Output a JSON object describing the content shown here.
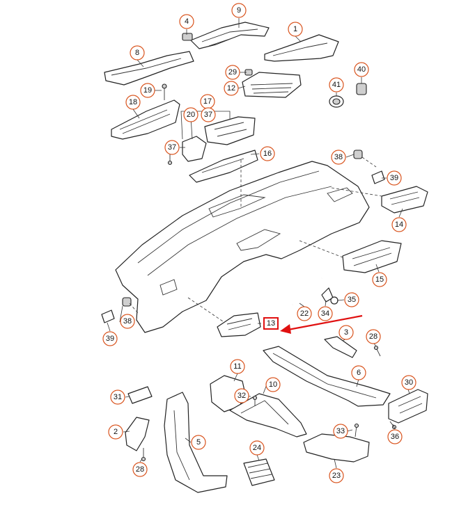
{
  "diagram": {
    "callouts": [
      "1",
      "2",
      "3",
      "4",
      "5",
      "6",
      "8",
      "9",
      "10",
      "11",
      "12",
      "13",
      "14",
      "15",
      "16",
      "17",
      "18",
      "19",
      "20",
      "22",
      "23",
      "24",
      "28",
      "29",
      "30",
      "31",
      "32",
      "33",
      "34",
      "35",
      "36",
      "37",
      "38",
      "39",
      "40",
      "41"
    ],
    "highlighted_callout": "13",
    "colors": {
      "badge_ring": "#d9541e",
      "highlight": "#e01010",
      "line": "#222222"
    }
  }
}
